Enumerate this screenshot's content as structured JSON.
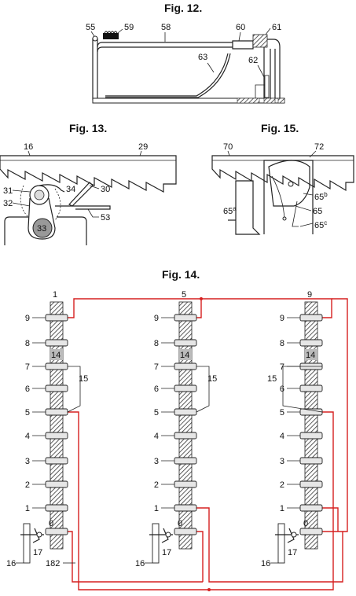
{
  "figures": {
    "fig12": {
      "title": "Fig. 12.",
      "labels": [
        "55",
        "59",
        "58",
        "60",
        "61",
        "63",
        "62"
      ]
    },
    "fig13": {
      "title": "Fig. 13.",
      "labels": [
        "16",
        "29",
        "31",
        "34",
        "30",
        "32",
        "53",
        "33"
      ]
    },
    "fig15": {
      "title": "Fig. 15.",
      "labels": [
        "70",
        "72",
        "65b",
        "65a",
        "65",
        "65c"
      ],
      "label_65b": "65",
      "sup_65b": "b",
      "label_65a": "65",
      "sup_65a": "a",
      "label_65c": "65",
      "sup_65c": "c"
    },
    "fig14": {
      "title": "Fig. 14.",
      "columns": [
        {
          "top": "1",
          "shaft": "14",
          "group": "15",
          "stop": "0",
          "lever": "17",
          "rail": "16",
          "extra": "182"
        },
        {
          "top": "5",
          "shaft": "14",
          "group": "15",
          "stop": "0",
          "lever": "17",
          "rail": "16",
          "extra": ""
        },
        {
          "top": "9",
          "shaft": "14",
          "group": "15",
          "stop": "0",
          "lever": "17",
          "rail": "16",
          "extra": ""
        }
      ],
      "levels": [
        "9",
        "8",
        "7",
        "6",
        "5",
        "4",
        "3",
        "2",
        "1"
      ],
      "wire_color": "#d62020"
    }
  }
}
